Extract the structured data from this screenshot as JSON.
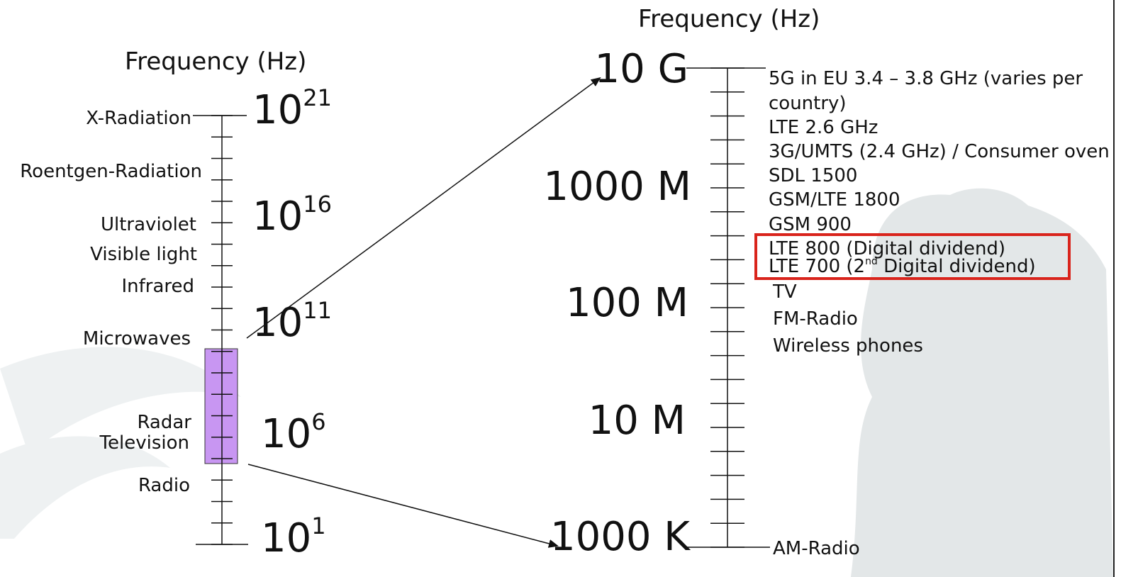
{
  "colors": {
    "highlight_box": "#d9241c",
    "range_band": "#c896f2",
    "line": "#111111"
  },
  "left_scale": {
    "title": "Frequency (Hz)",
    "powers": [
      {
        "base": "10",
        "exp": "21"
      },
      {
        "base": "10",
        "exp": "16"
      },
      {
        "base": "10",
        "exp": "11"
      },
      {
        "base": "10",
        "exp": "6"
      },
      {
        "base": "10",
        "exp": "1"
      }
    ],
    "labels": [
      "X-Radiation",
      "Roentgen-Radiation",
      "Ultraviolet",
      "Visible light",
      "Infrared",
      "Microwaves",
      "Radar",
      "Television",
      "Radio"
    ]
  },
  "right_scale": {
    "title": "Frequency (Hz)",
    "values": [
      "10 G",
      "1000 M",
      "100 M",
      "10 M",
      "1000 K"
    ],
    "bands": [
      "5G in EU 3.4 – 3.8 GHz (varies per",
      "country)",
      "LTE 2.6 GHz",
      "3G/UMTS (2.4 GHz) / Consumer oven",
      "SDL 1500",
      "GSM/LTE 1800",
      "GSM 900",
      "LTE 800 (Digital dividend)",
      "TV",
      "FM-Radio",
      "Wireless phones",
      "AM-Radio"
    ],
    "lte700": {
      "pre": "LTE 700 (2",
      "sup": "nd",
      "post": " Digital dividend)"
    }
  }
}
